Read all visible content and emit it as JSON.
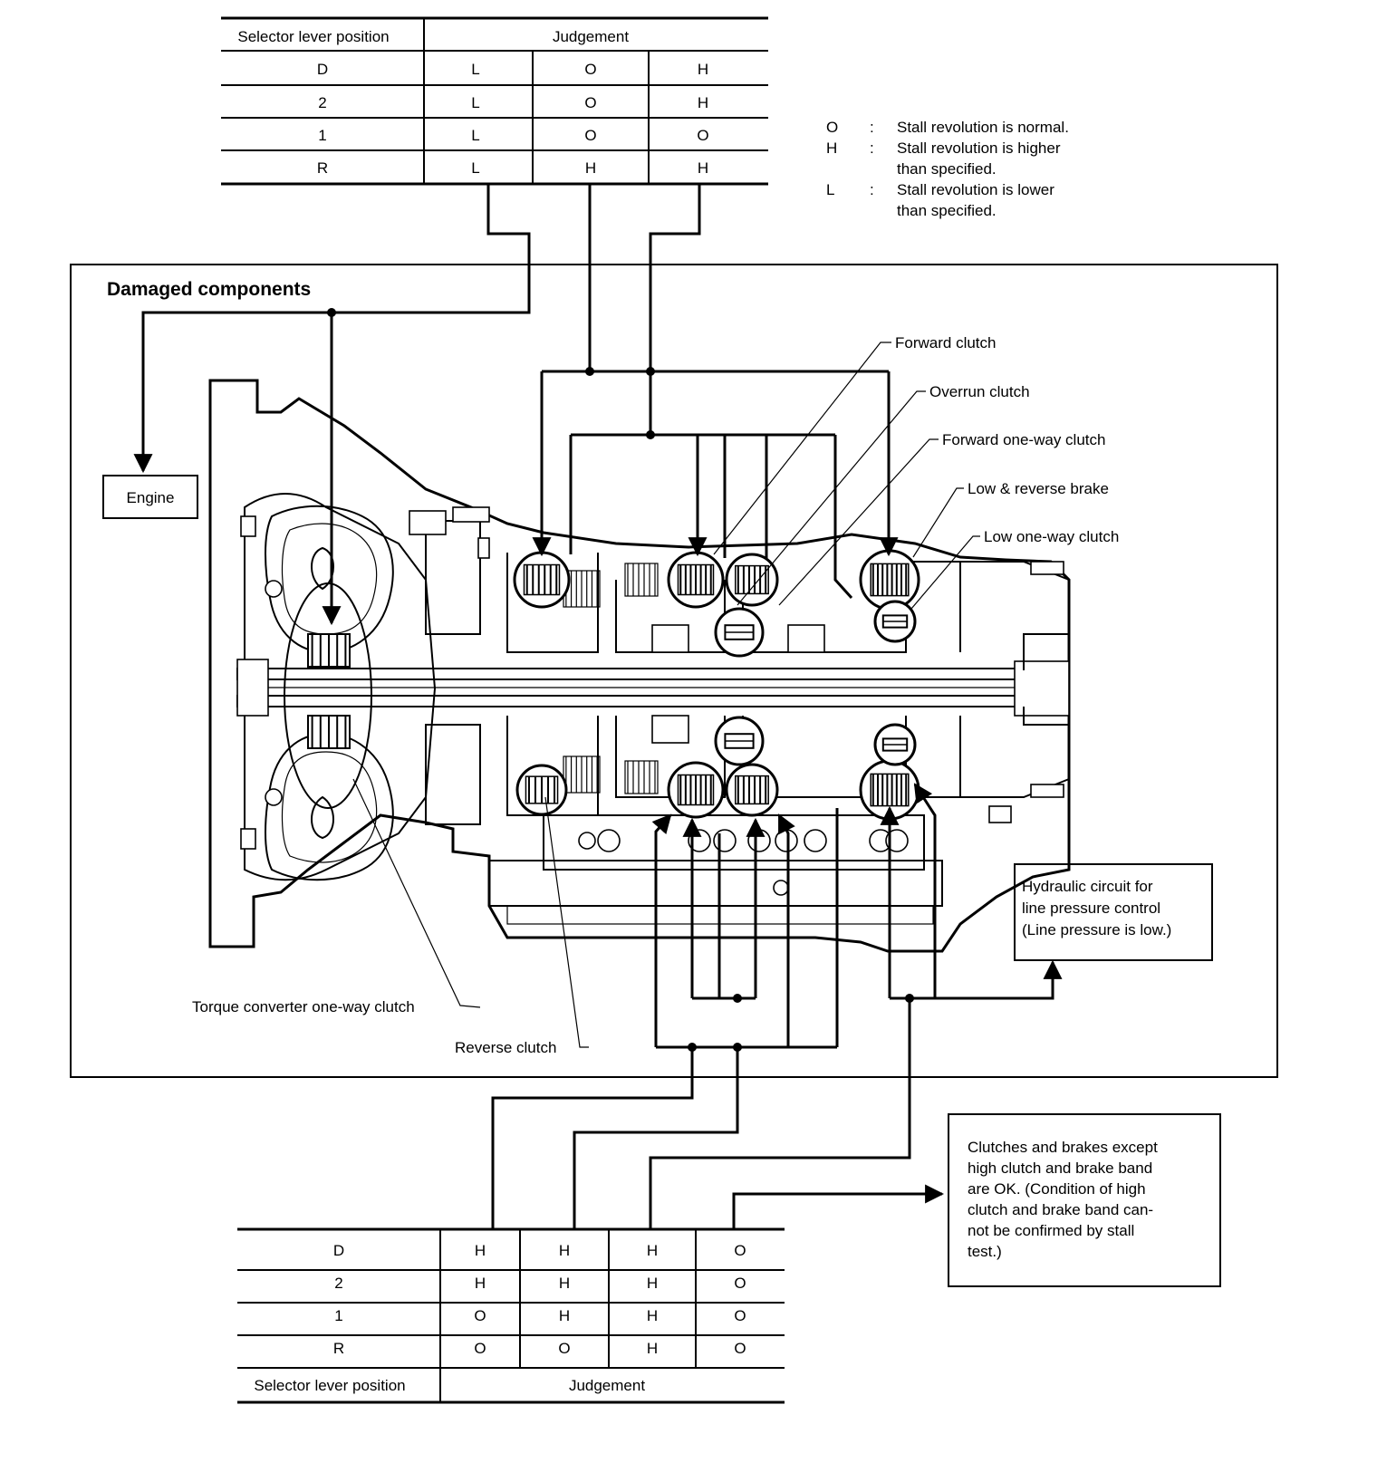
{
  "top_table": {
    "header_position": "Selector lever position",
    "header_judgement": "Judgement",
    "rows": [
      {
        "position": "D",
        "values": [
          "L",
          "O",
          "H"
        ]
      },
      {
        "position": "2",
        "values": [
          "L",
          "O",
          "H"
        ]
      },
      {
        "position": "1",
        "values": [
          "L",
          "O",
          "O"
        ]
      },
      {
        "position": "R",
        "values": [
          "L",
          "H",
          "H"
        ]
      }
    ]
  },
  "legend": [
    {
      "symbol": "O",
      "sep": ":",
      "lines": [
        "Stall revolution is normal."
      ]
    },
    {
      "symbol": "H",
      "sep": ":",
      "lines": [
        "Stall revolution is higher",
        "than specified."
      ]
    },
    {
      "symbol": "L",
      "sep": ":",
      "lines": [
        "Stall revolution is lower",
        "than specified."
      ]
    }
  ],
  "panel_title": "Damaged components",
  "engine_label": "Engine",
  "callouts": {
    "forward_clutch": "Forward clutch",
    "overrun_clutch": "Overrun clutch",
    "forward_oneway": "Forward one-way clutch",
    "low_reverse_brake": "Low & reverse brake",
    "low_oneway": "Low one-way clutch",
    "torque_converter_oneway": "Torque converter one-way clutch",
    "reverse_clutch": "Reverse clutch"
  },
  "hydraulic_box": [
    "Hydraulic circuit for",
    "line pressure control",
    "(Line pressure is low.)"
  ],
  "ok_box": [
    "Clutches and brakes except",
    "high clutch and brake band",
    "are OK. (Condition of high",
    "clutch and brake band can-",
    "not be confirmed by stall",
    "test.)"
  ],
  "bottom_table": {
    "header_position": "Selector lever position",
    "header_judgement": "Judgement",
    "rows": [
      {
        "position": "D",
        "values": [
          "H",
          "H",
          "H",
          "O"
        ]
      },
      {
        "position": "2",
        "values": [
          "H",
          "H",
          "H",
          "O"
        ]
      },
      {
        "position": "1",
        "values": [
          "O",
          "H",
          "H",
          "O"
        ]
      },
      {
        "position": "R",
        "values": [
          "O",
          "O",
          "H",
          "O"
        ]
      }
    ]
  }
}
